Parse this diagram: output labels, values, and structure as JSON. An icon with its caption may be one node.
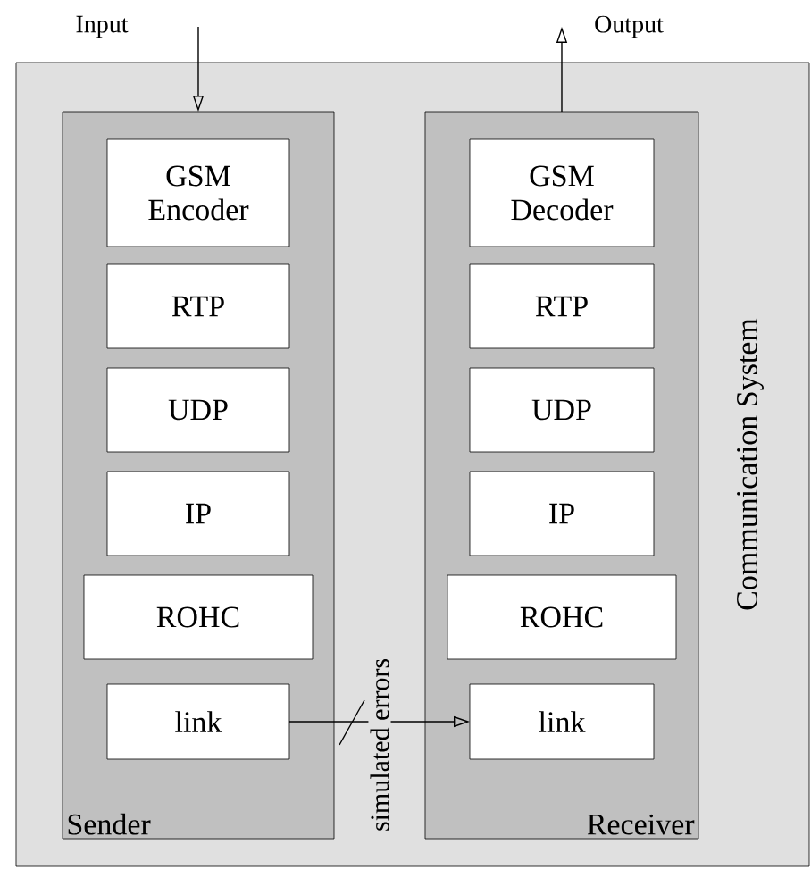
{
  "diagram": {
    "nodes": [
      {
        "text": [
          "Communication System"
        ]
      },
      {
        "text": [
          "Sender"
        ],
        "in": 0
      },
      {
        "text": [
          "GSM Encoder"
        ],
        "in": 1
      },
      {
        "text": [
          "RTP"
        ],
        "in": 1
      },
      {
        "text": [
          "UDP"
        ],
        "in": 1
      },
      {
        "text": [
          "IP"
        ],
        "in": 1
      },
      {
        "text": [
          "ROHC"
        ],
        "in": 1
      },
      {
        "text": [
          "link"
        ],
        "in": 1
      },
      {
        "text": [
          "Receiver"
        ],
        "in": 0
      },
      {
        "text": [
          "GSM Decoder"
        ],
        "in": 8
      },
      {
        "text": [
          "RTP"
        ],
        "in": 8
      },
      {
        "text": [
          "UDP"
        ],
        "in": 8
      },
      {
        "text": [
          "IP"
        ],
        "in": 8
      },
      {
        "text": [
          "ROHC"
        ],
        "in": 8
      },
      {
        "text": [
          "link"
        ],
        "in": 8
      },
      {
        "text": [
          "Input"
        ]
      },
      {
        "text": [
          "Output"
        ]
      }
    ],
    "edges": [
      {
        "from": 15,
        "to": 1,
        "arrow": "to"
      },
      {
        "from": 8,
        "to": 16,
        "arrow": "to"
      },
      {
        "from": 7,
        "to": 14,
        "arrow": "to",
        "label": "simulated errors"
      }
    ]
  }
}
